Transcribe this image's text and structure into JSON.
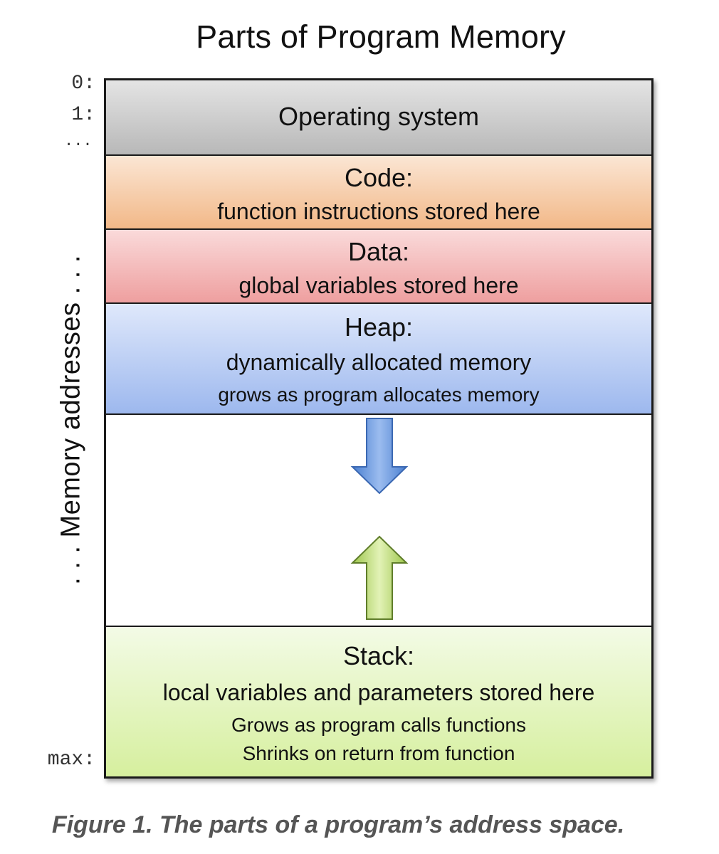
{
  "title": "Parts of Program Memory",
  "addresses": {
    "first": "0:",
    "second": "1:",
    "ellipsis": "...",
    "last": "max:"
  },
  "axis_label": ". . . Memory addresses . . .",
  "segments": {
    "os": {
      "title": "Operating system"
    },
    "code": {
      "title": "Code:",
      "desc": "function instructions stored here"
    },
    "data": {
      "title": "Data:",
      "desc": "global variables stored here"
    },
    "heap": {
      "title": "Heap:",
      "desc": "dynamically allocated memory",
      "note": "grows as program allocates memory"
    },
    "stack": {
      "title": "Stack:",
      "desc": "local variables and parameters stored here",
      "note1": "Grows as program calls functions",
      "note2": "Shrinks on return from function"
    }
  },
  "colors": {
    "os": "#c8c8c8",
    "code": "#f4c59e",
    "data": "#f2b0b0",
    "heap": "#b4c9f2",
    "stack": "#e2f4bd",
    "heap_arrow": "#5b8fd8",
    "stack_arrow": "#a9d15a"
  },
  "icons": {
    "heap_growth": "arrow-down-icon",
    "stack_growth": "arrow-up-icon"
  },
  "caption": "Figure 1. The parts of a program’s address space."
}
